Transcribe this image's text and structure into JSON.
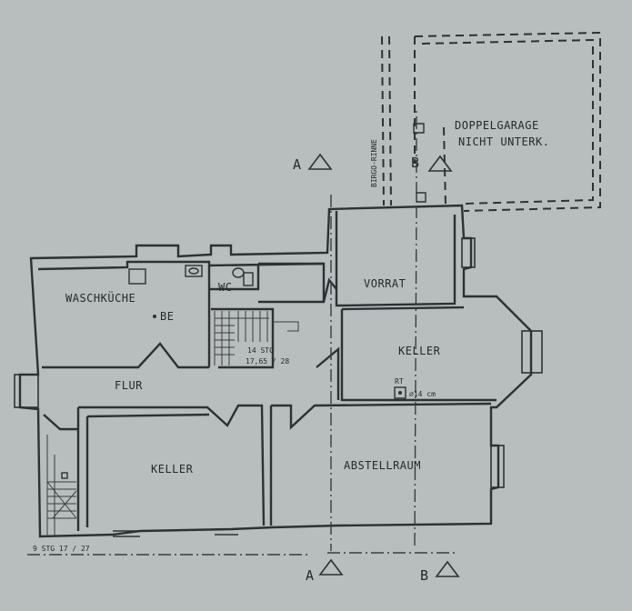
{
  "rooms": {
    "waschkueche": "WASCHKÜCHE",
    "be": "BE",
    "wc": "WC",
    "flur": "FLUR",
    "vorrat": "VORRAT",
    "keller_right": "KELLER",
    "keller_left": "KELLER",
    "abstellraum": "ABSTELLRAUM",
    "garage_line1": "DOPPELGARAGE",
    "garage_line2": "NICHT  UNTERK."
  },
  "annotations": {
    "stair_upper_1": "14 STG",
    "stair_upper_2": "17,65 / 28",
    "stair_lower": "9 STG  17 / 27",
    "rt": "RT",
    "pipe": "⌀14 cm",
    "gutter": "BIRGO-RINNE"
  },
  "sections": {
    "a": "A",
    "b": "B"
  }
}
